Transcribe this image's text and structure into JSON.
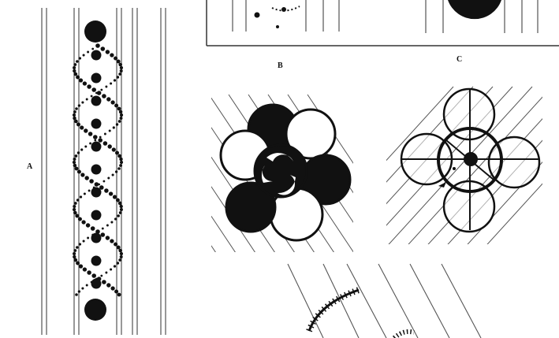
{
  "figure": {
    "panels": [
      {
        "label": "A"
      },
      {
        "label": "B"
      },
      {
        "label": "C"
      }
    ]
  },
  "colors": {
    "ink": "#111111",
    "background": "#ffffff",
    "hatch": "#555555"
  }
}
